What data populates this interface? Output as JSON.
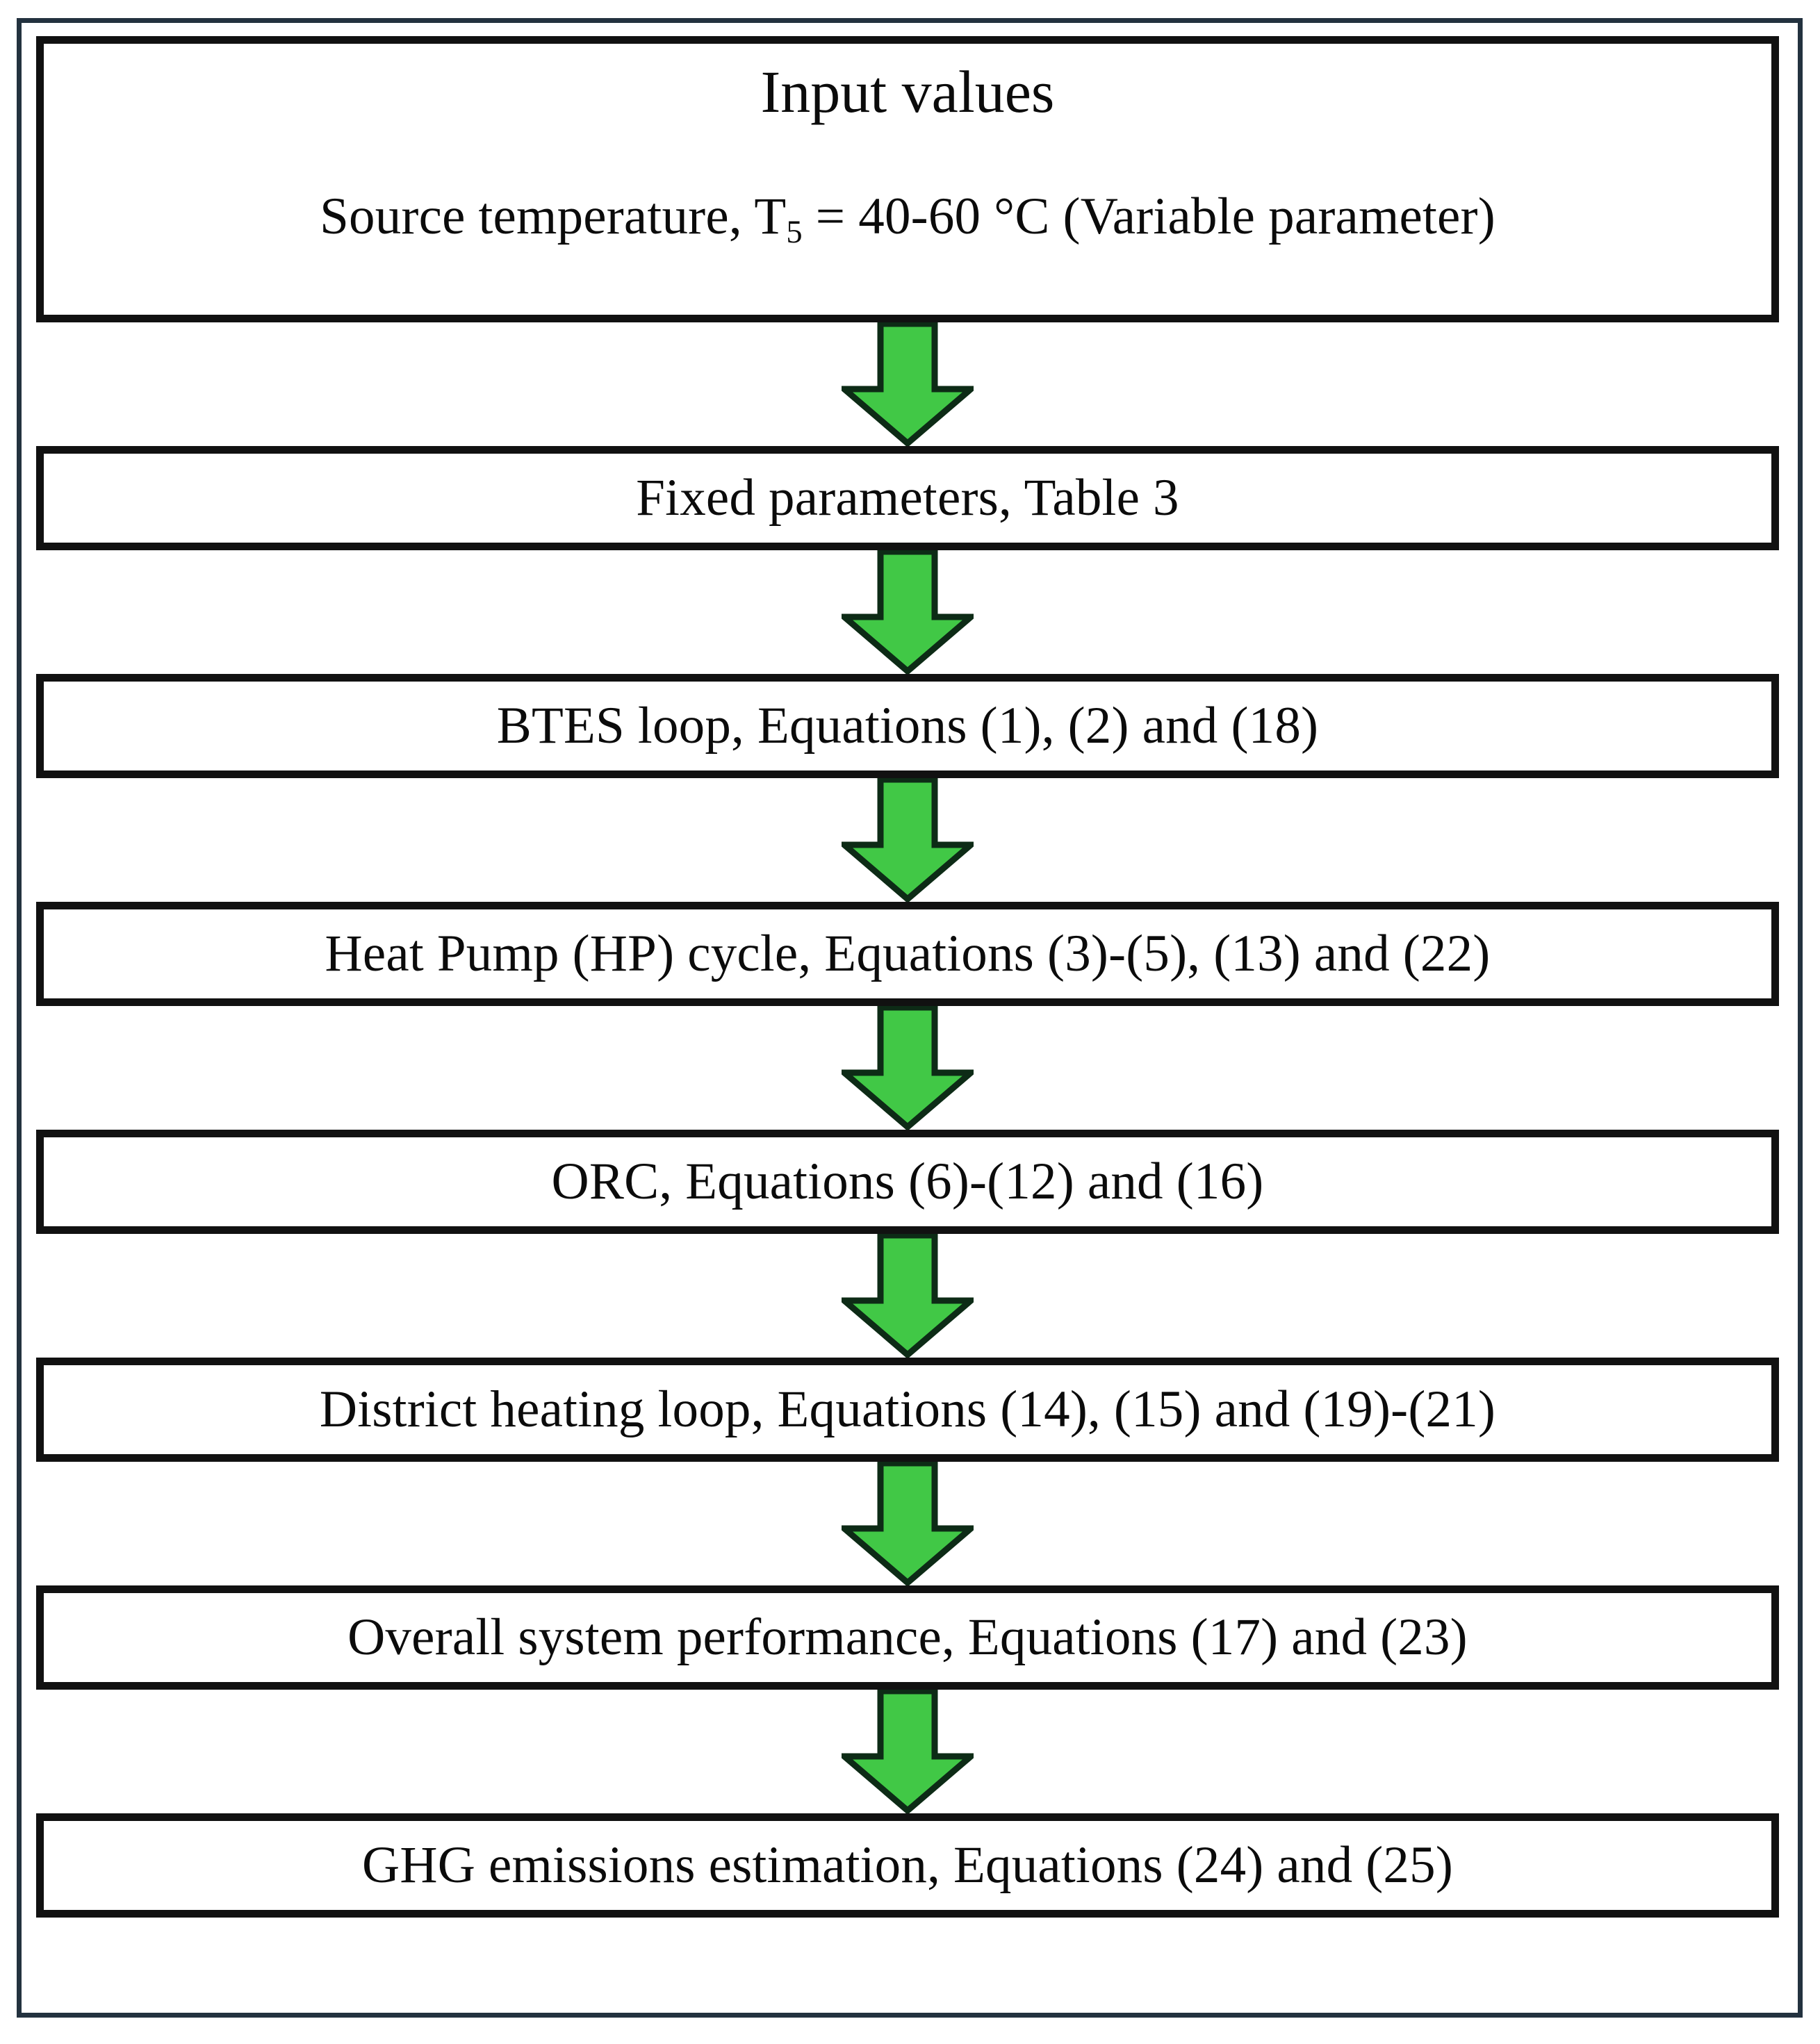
{
  "figure": {
    "type": "flowchart",
    "orientation": "vertical-top-to-bottom",
    "frame_color": "#23323f",
    "node_border_color": "#111111",
    "node_fill_color": "#ffffff",
    "arrow_fill_color": "#41c846",
    "arrow_outline_color": "#0d2b16",
    "arrow_icon_name": "down-block-arrow"
  },
  "nodes": [
    {
      "id": "input-values",
      "title": "Input values",
      "label_html": "Source temperature, T<sub>5</sub> = 40-60 °C (Variable parameter)",
      "label_text": "Source temperature, T5 = 40-60 °C (Variable parameter)"
    },
    {
      "id": "fixed-parameters",
      "label_text": "Fixed parameters, Table 3"
    },
    {
      "id": "btes-loop",
      "label_text": "BTES loop, Equations (1), (2) and (18)"
    },
    {
      "id": "heat-pump-cycle",
      "label_text": "Heat Pump (HP) cycle, Equations (3)-(5), (13) and (22)"
    },
    {
      "id": "orc",
      "label_text": "ORC, Equations (6)-(12) and (16)"
    },
    {
      "id": "district-heating-loop",
      "label_text": "District heating loop, Equations (14), (15) and (19)-(21)"
    },
    {
      "id": "overall-system-performance",
      "label_text": "Overall system performance, Equations (17) and (23)"
    },
    {
      "id": "ghg-emissions",
      "label_text": "GHG emissions estimation, Equations (24) and (25)"
    }
  ],
  "connectors": [
    {
      "from": "input-values",
      "to": "fixed-parameters"
    },
    {
      "from": "fixed-parameters",
      "to": "btes-loop"
    },
    {
      "from": "btes-loop",
      "to": "heat-pump-cycle"
    },
    {
      "from": "heat-pump-cycle",
      "to": "orc"
    },
    {
      "from": "orc",
      "to": "district-heating-loop"
    },
    {
      "from": "district-heating-loop",
      "to": "overall-system-performance"
    },
    {
      "from": "overall-system-performance",
      "to": "ghg-emissions"
    }
  ]
}
